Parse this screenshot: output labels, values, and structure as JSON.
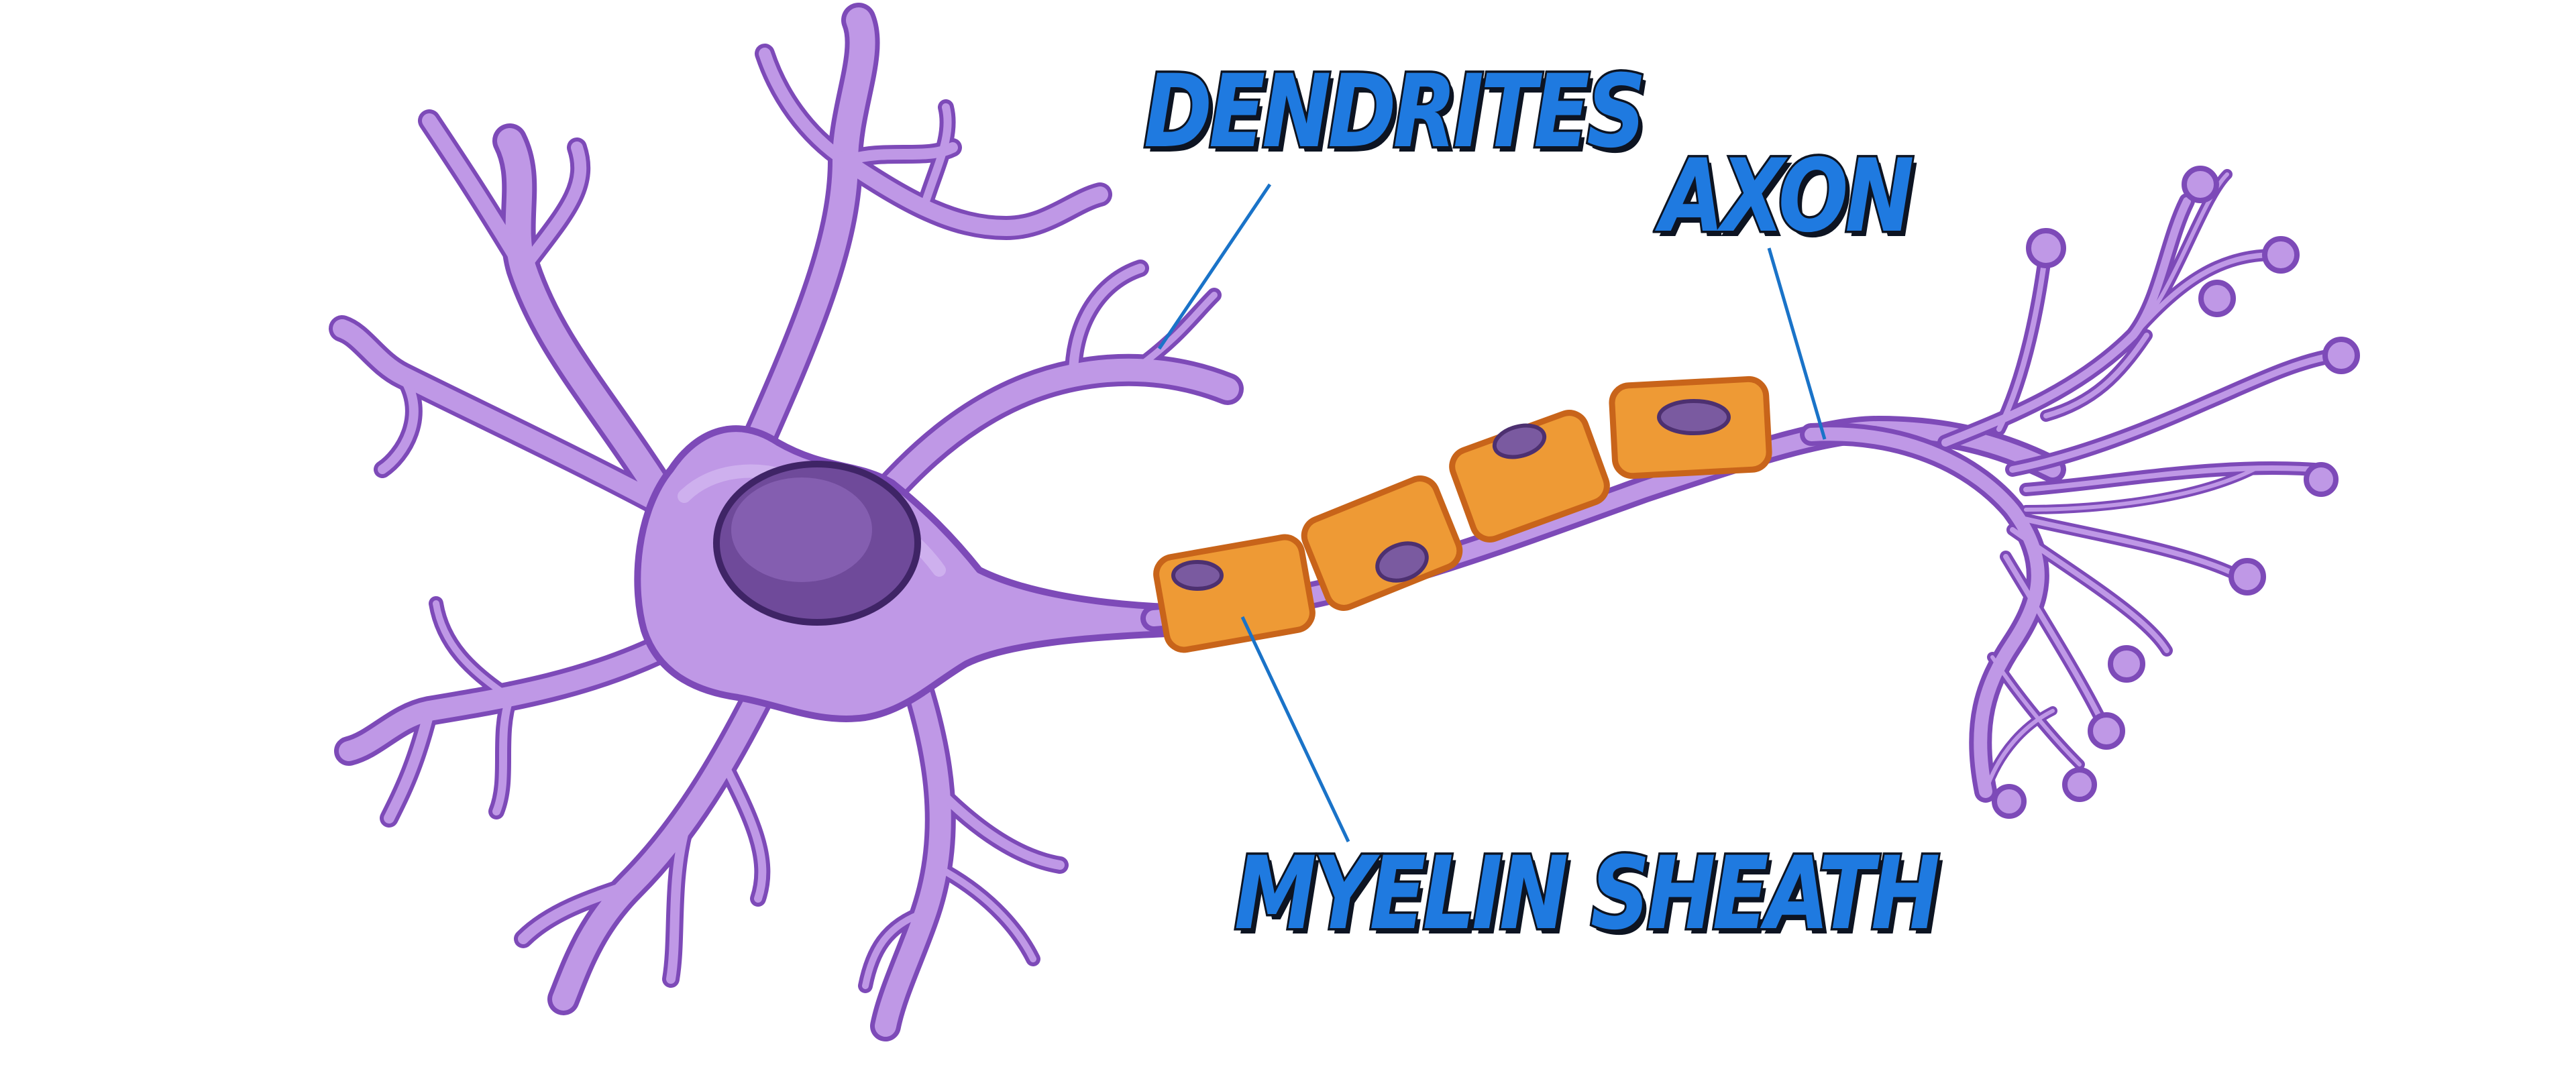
{
  "labels": {
    "dendrites": "DENDRITES",
    "axon": "AXON",
    "myelin_sheath": "MYELIN SHEATH"
  },
  "colors": {
    "label_fill": "#1f7ae0",
    "label_outline": "#0d1422",
    "leader_line": "#1a73c8",
    "neuron_body": "#bf98e6",
    "neuron_outline": "#7d4ab8",
    "nucleus": "#6f4a9a",
    "myelin_fill": "#ee9a35",
    "myelin_outline": "#c8641a",
    "schwann_nucleus": "#7a5aa0"
  }
}
